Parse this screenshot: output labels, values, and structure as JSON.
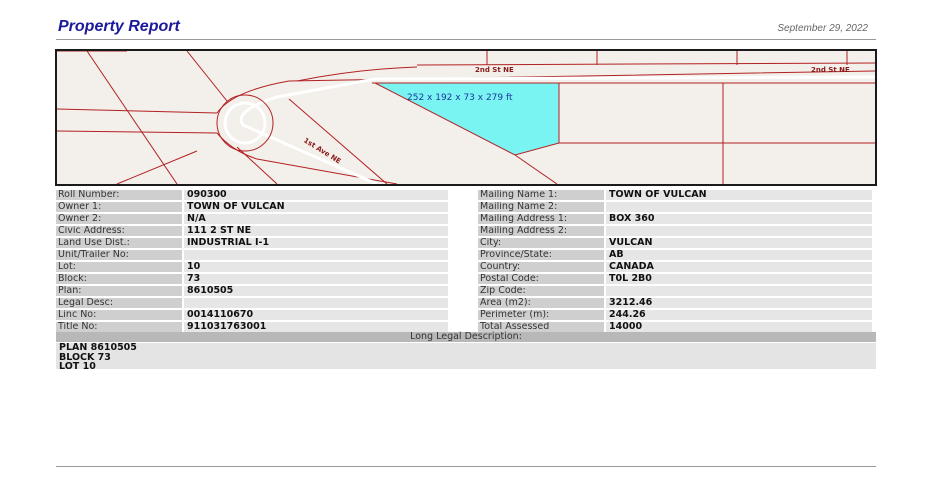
{
  "header": {
    "title": "Property Report",
    "date": "September 29, 2022"
  },
  "map": {
    "street_label_1": "2nd St NE",
    "street_label_2": "2nd St NE",
    "avenue_label": "1st Ave NE",
    "parcel_dimensions": "252 x 192 x 73 x 279 ft",
    "parcel_color": "#7af3f3",
    "line_color": "#b22222"
  },
  "left_table": [
    {
      "label": "Roll Number:",
      "value": "090300"
    },
    {
      "label": "Owner 1:",
      "value": "TOWN OF VULCAN"
    },
    {
      "label": "Owner 2:",
      "value": "N/A"
    },
    {
      "label": "Civic Address:",
      "value": "111 2 ST NE"
    },
    {
      "label": "Land Use Dist.:",
      "value": "INDUSTRIAL I-1"
    },
    {
      "label": "Unit/Trailer No:",
      "value": ""
    },
    {
      "label": "Lot:",
      "value": "10"
    },
    {
      "label": "Block:",
      "value": "73"
    },
    {
      "label": "Plan:",
      "value": "8610505"
    },
    {
      "label": "Legal Desc:",
      "value": ""
    },
    {
      "label": "Linc No:",
      "value": "0014110670"
    },
    {
      "label": "Title No:",
      "value": "911031763001"
    }
  ],
  "right_table": [
    {
      "label": "Mailing Name 1:",
      "value": "TOWN OF VULCAN"
    },
    {
      "label": "Mailing Name 2:",
      "value": ""
    },
    {
      "label": "Mailing Address 1:",
      "value": "BOX 360"
    },
    {
      "label": "Mailing Address 2:",
      "value": ""
    },
    {
      "label": "City:",
      "value": "VULCAN"
    },
    {
      "label": "Province/State:",
      "value": "AB"
    },
    {
      "label": "Country:",
      "value": "CANADA"
    },
    {
      "label": "Postal Code:",
      "value": "T0L 2B0"
    },
    {
      "label": "Zip Code:",
      "value": ""
    },
    {
      "label": "Area (m2):",
      "value": "3212.46"
    },
    {
      "label": "Perimeter (m):",
      "value": "244.26"
    },
    {
      "label": "Total Assessed",
      "value": "14000"
    }
  ],
  "long_legal": {
    "header": "Long Legal Description:",
    "lines": [
      "PLAN 8610505",
      "BLOCK 73",
      "LOT 10"
    ]
  }
}
